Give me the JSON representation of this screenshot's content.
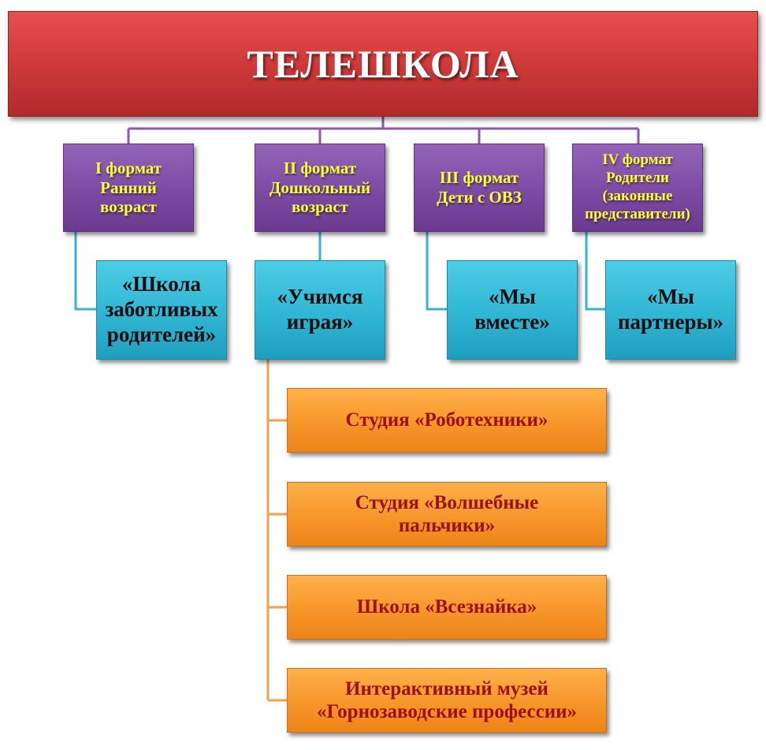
{
  "title": "ТЕЛЕШКОЛА",
  "formats": [
    {
      "label": "I формат\nРанний\nвозраст"
    },
    {
      "label": "II формат\nДошкольный\nвозраст"
    },
    {
      "label": "III формат\nДети с ОВЗ"
    },
    {
      "label": "IV формат\nРодители\n(законные\nпредставители)"
    }
  ],
  "programs": [
    {
      "label": "«Школа\nзаботливых\nродителей»"
    },
    {
      "label": "«Учимся\nиграя»"
    },
    {
      "label": "«Мы\nвместе»"
    },
    {
      "label": "«Мы\nпартнеры»"
    }
  ],
  "studios": [
    {
      "label": "Студия «Роботехники»"
    },
    {
      "label": "Студия «Волшебные\nпальчики»"
    },
    {
      "label": "Школа «Всезнайка»"
    },
    {
      "label": "Интерактивный музей\n«Горнозаводские профессии»"
    }
  ],
  "colors": {
    "title": "#d23b3b",
    "format": "#7c4aa3",
    "format_text": "#ffff33",
    "program": "#2fb6d3",
    "studio": "#f7962a",
    "studio_text": "#9c1010",
    "connector_top": "#8a5aa8",
    "connector_program": "#3cb4c8",
    "connector_studio": "#f0a050"
  }
}
